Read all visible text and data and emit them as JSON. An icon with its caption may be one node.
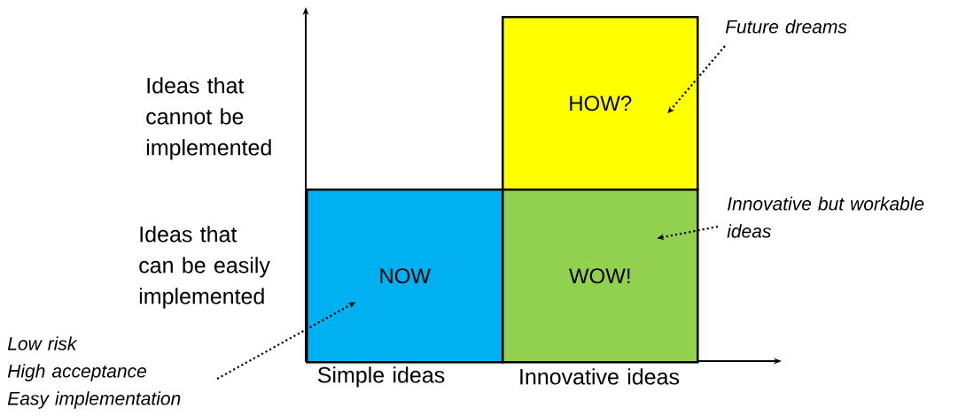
{
  "diagram": {
    "nodes": [
      {
        "text": [
          "HOW?"
        ]
      },
      {
        "text": [
          "NOW"
        ]
      },
      {
        "text": [
          "WOW!"
        ]
      },
      {
        "text": [
          "Future dreams"
        ]
      },
      {
        "text": [
          "Innovative but workable ideas"
        ]
      },
      {
        "text": [
          "Low risk",
          "High acceptance",
          "Easy implementation"
        ]
      }
    ],
    "edges": [
      {
        "from": 3,
        "to": 0,
        "arrow": "to"
      },
      {
        "from": 4,
        "to": 2,
        "arrow": "to"
      },
      {
        "from": 5,
        "to": 1,
        "arrow": "to"
      }
    ],
    "labels": [
      "Ideas that cannot be implemented",
      "Ideas that can be easily implemented",
      "Simple ideas",
      "Innovative ideas"
    ]
  }
}
